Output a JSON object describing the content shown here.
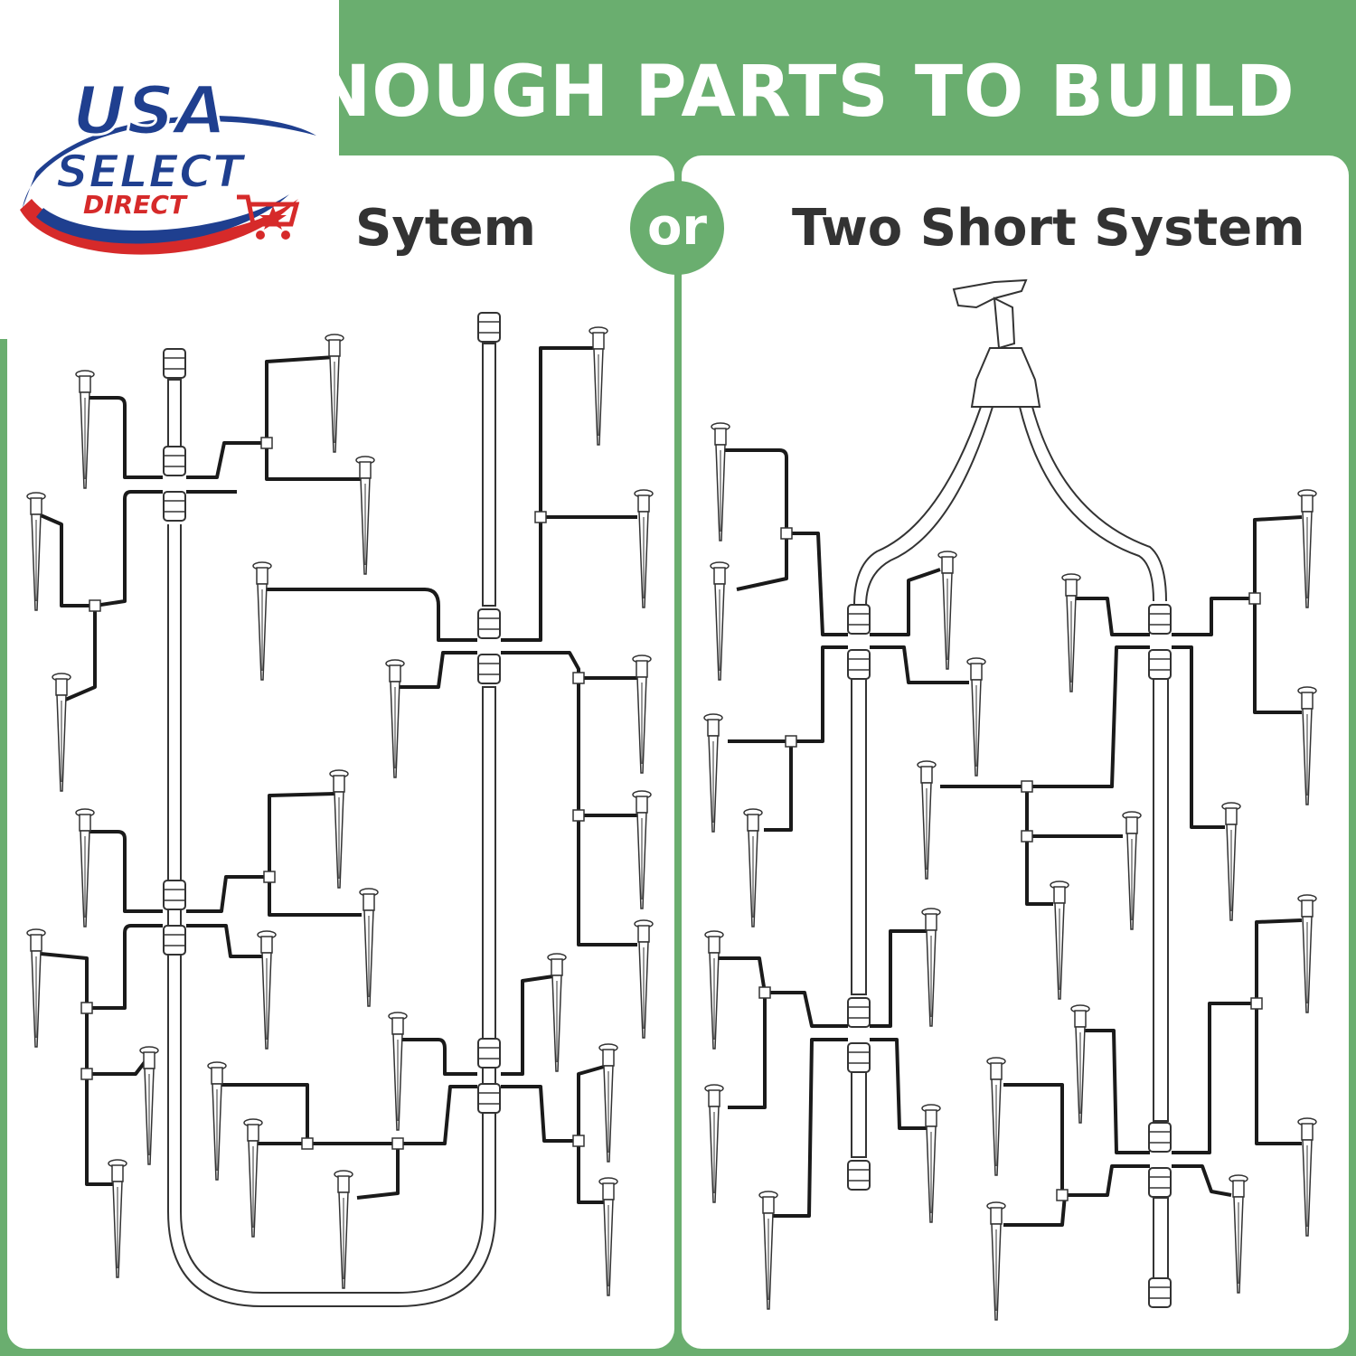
{
  "banner": {
    "title": "NOUGH PARTS TO BUILD"
  },
  "logo": {
    "line1": "USA",
    "line2": "SELECT",
    "line3": "DIRECT"
  },
  "left_panel": {
    "title": "Sytem"
  },
  "right_panel": {
    "title": "Two Short System"
  },
  "divider": {
    "label": "or"
  },
  "colors": {
    "green": "#6aae6f",
    "tube": "#1a1a1a",
    "outline": "#333333",
    "usa_blue": "#1f3f8f",
    "usa_red": "#d62a2a"
  }
}
